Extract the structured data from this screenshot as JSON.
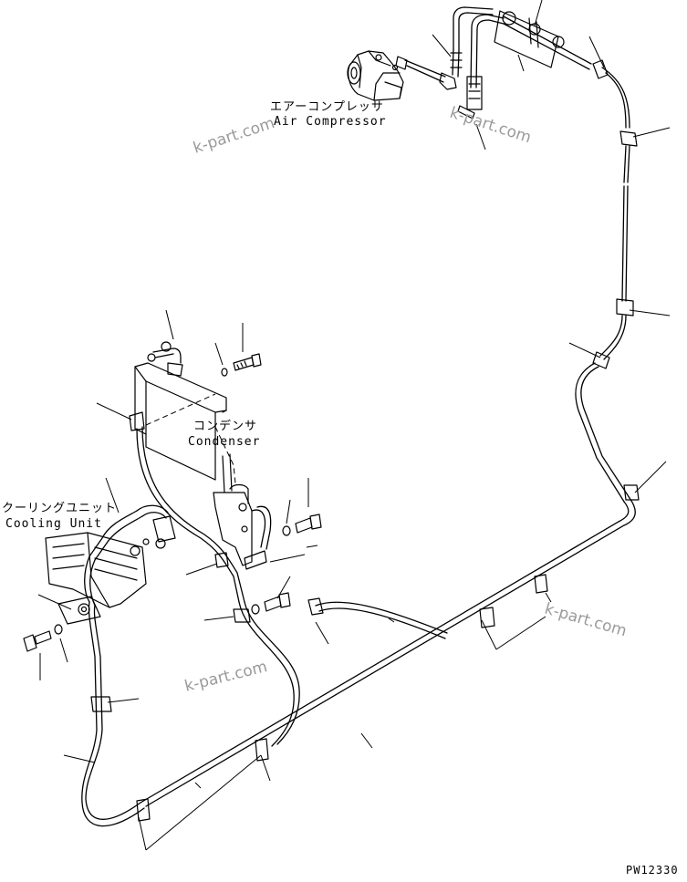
{
  "labels": {
    "air_compressor_jp": "エアーコンプレッサ",
    "air_compressor_en": "Air Compressor",
    "condenser_jp": "コンデンサ",
    "condenser_en": "Condenser",
    "cooling_unit_jp": "クーリングユニット",
    "cooling_unit_en": "Cooling Unit"
  },
  "watermarks": [
    "k-part.com",
    "k-part.com",
    "k-part.com",
    "k-part.com"
  ],
  "drawing_code": "PW12330"
}
